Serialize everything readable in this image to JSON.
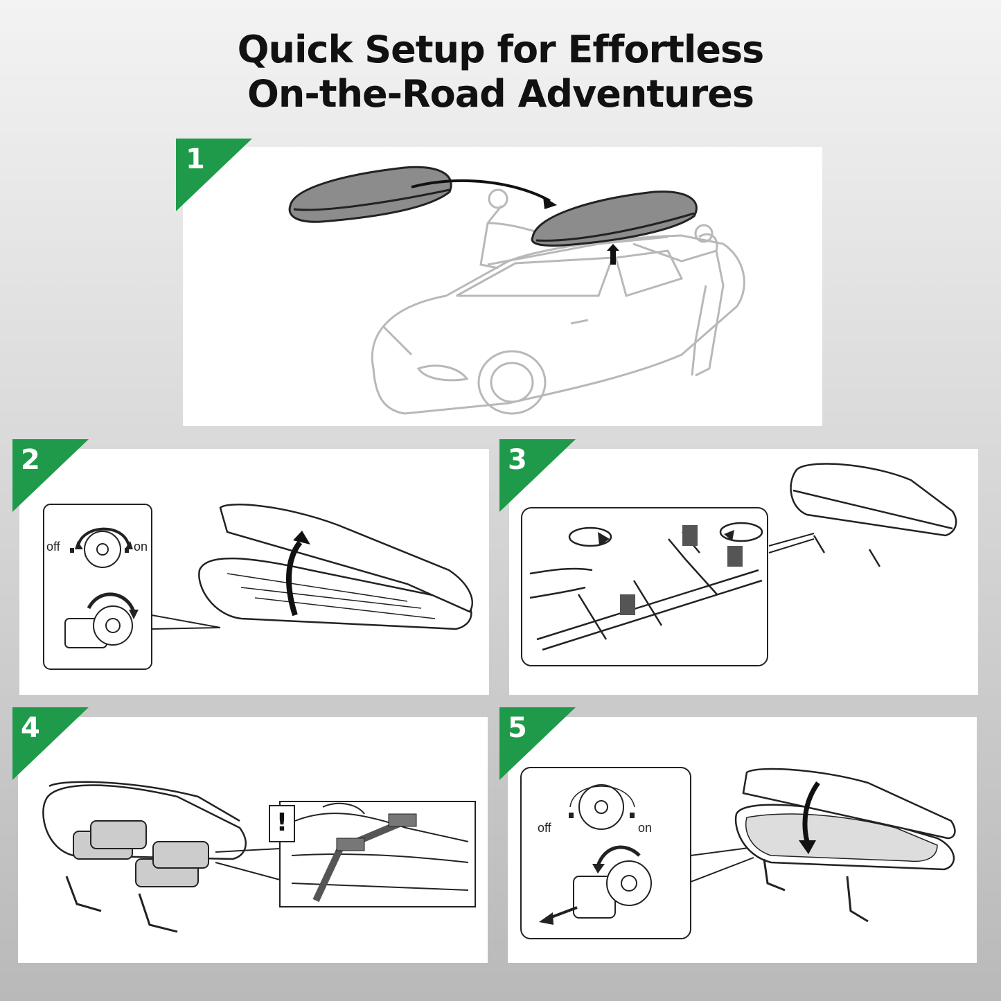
{
  "title": {
    "line1": "Quick Setup for Effortless",
    "line2": "On-the-Road Adventures"
  },
  "colors": {
    "badge_green": "#1f9a4a",
    "line": "#222222",
    "car_line": "#b8b8b8"
  },
  "steps": [
    {
      "number": "1",
      "description": ""
    },
    {
      "number": "2",
      "lock_off": "off",
      "lock_on": "on"
    },
    {
      "number": "3"
    },
    {
      "number": "4",
      "warning": "!"
    },
    {
      "number": "5",
      "lock_off": "off",
      "lock_on": "on"
    }
  ]
}
